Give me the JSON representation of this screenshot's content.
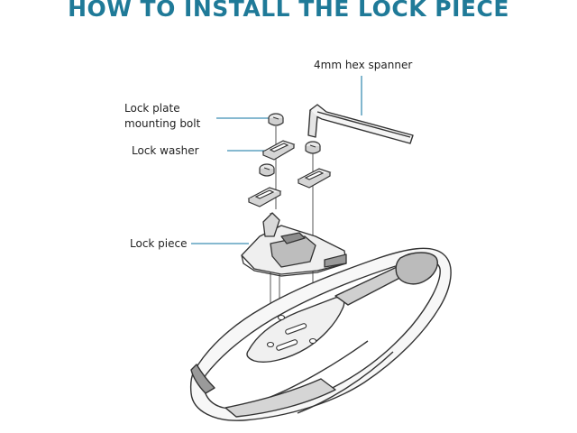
{
  "title": "HOW TO INSTALL THE LOCK PIECE",
  "labels": {
    "hex_spanner": "4mm hex spanner",
    "bolt_line1": "Lock plate",
    "bolt_line2": "mounting bolt",
    "washer": "Lock washer",
    "lock_piece": "Lock piece"
  },
  "colors": {
    "title": "#1f7a98",
    "leader": "#3d8fb4",
    "outline": "#333333",
    "fill_light": "#f2f2f2",
    "fill_mid": "#d9d9d9",
    "fill_dark": "#9a9a9a"
  }
}
